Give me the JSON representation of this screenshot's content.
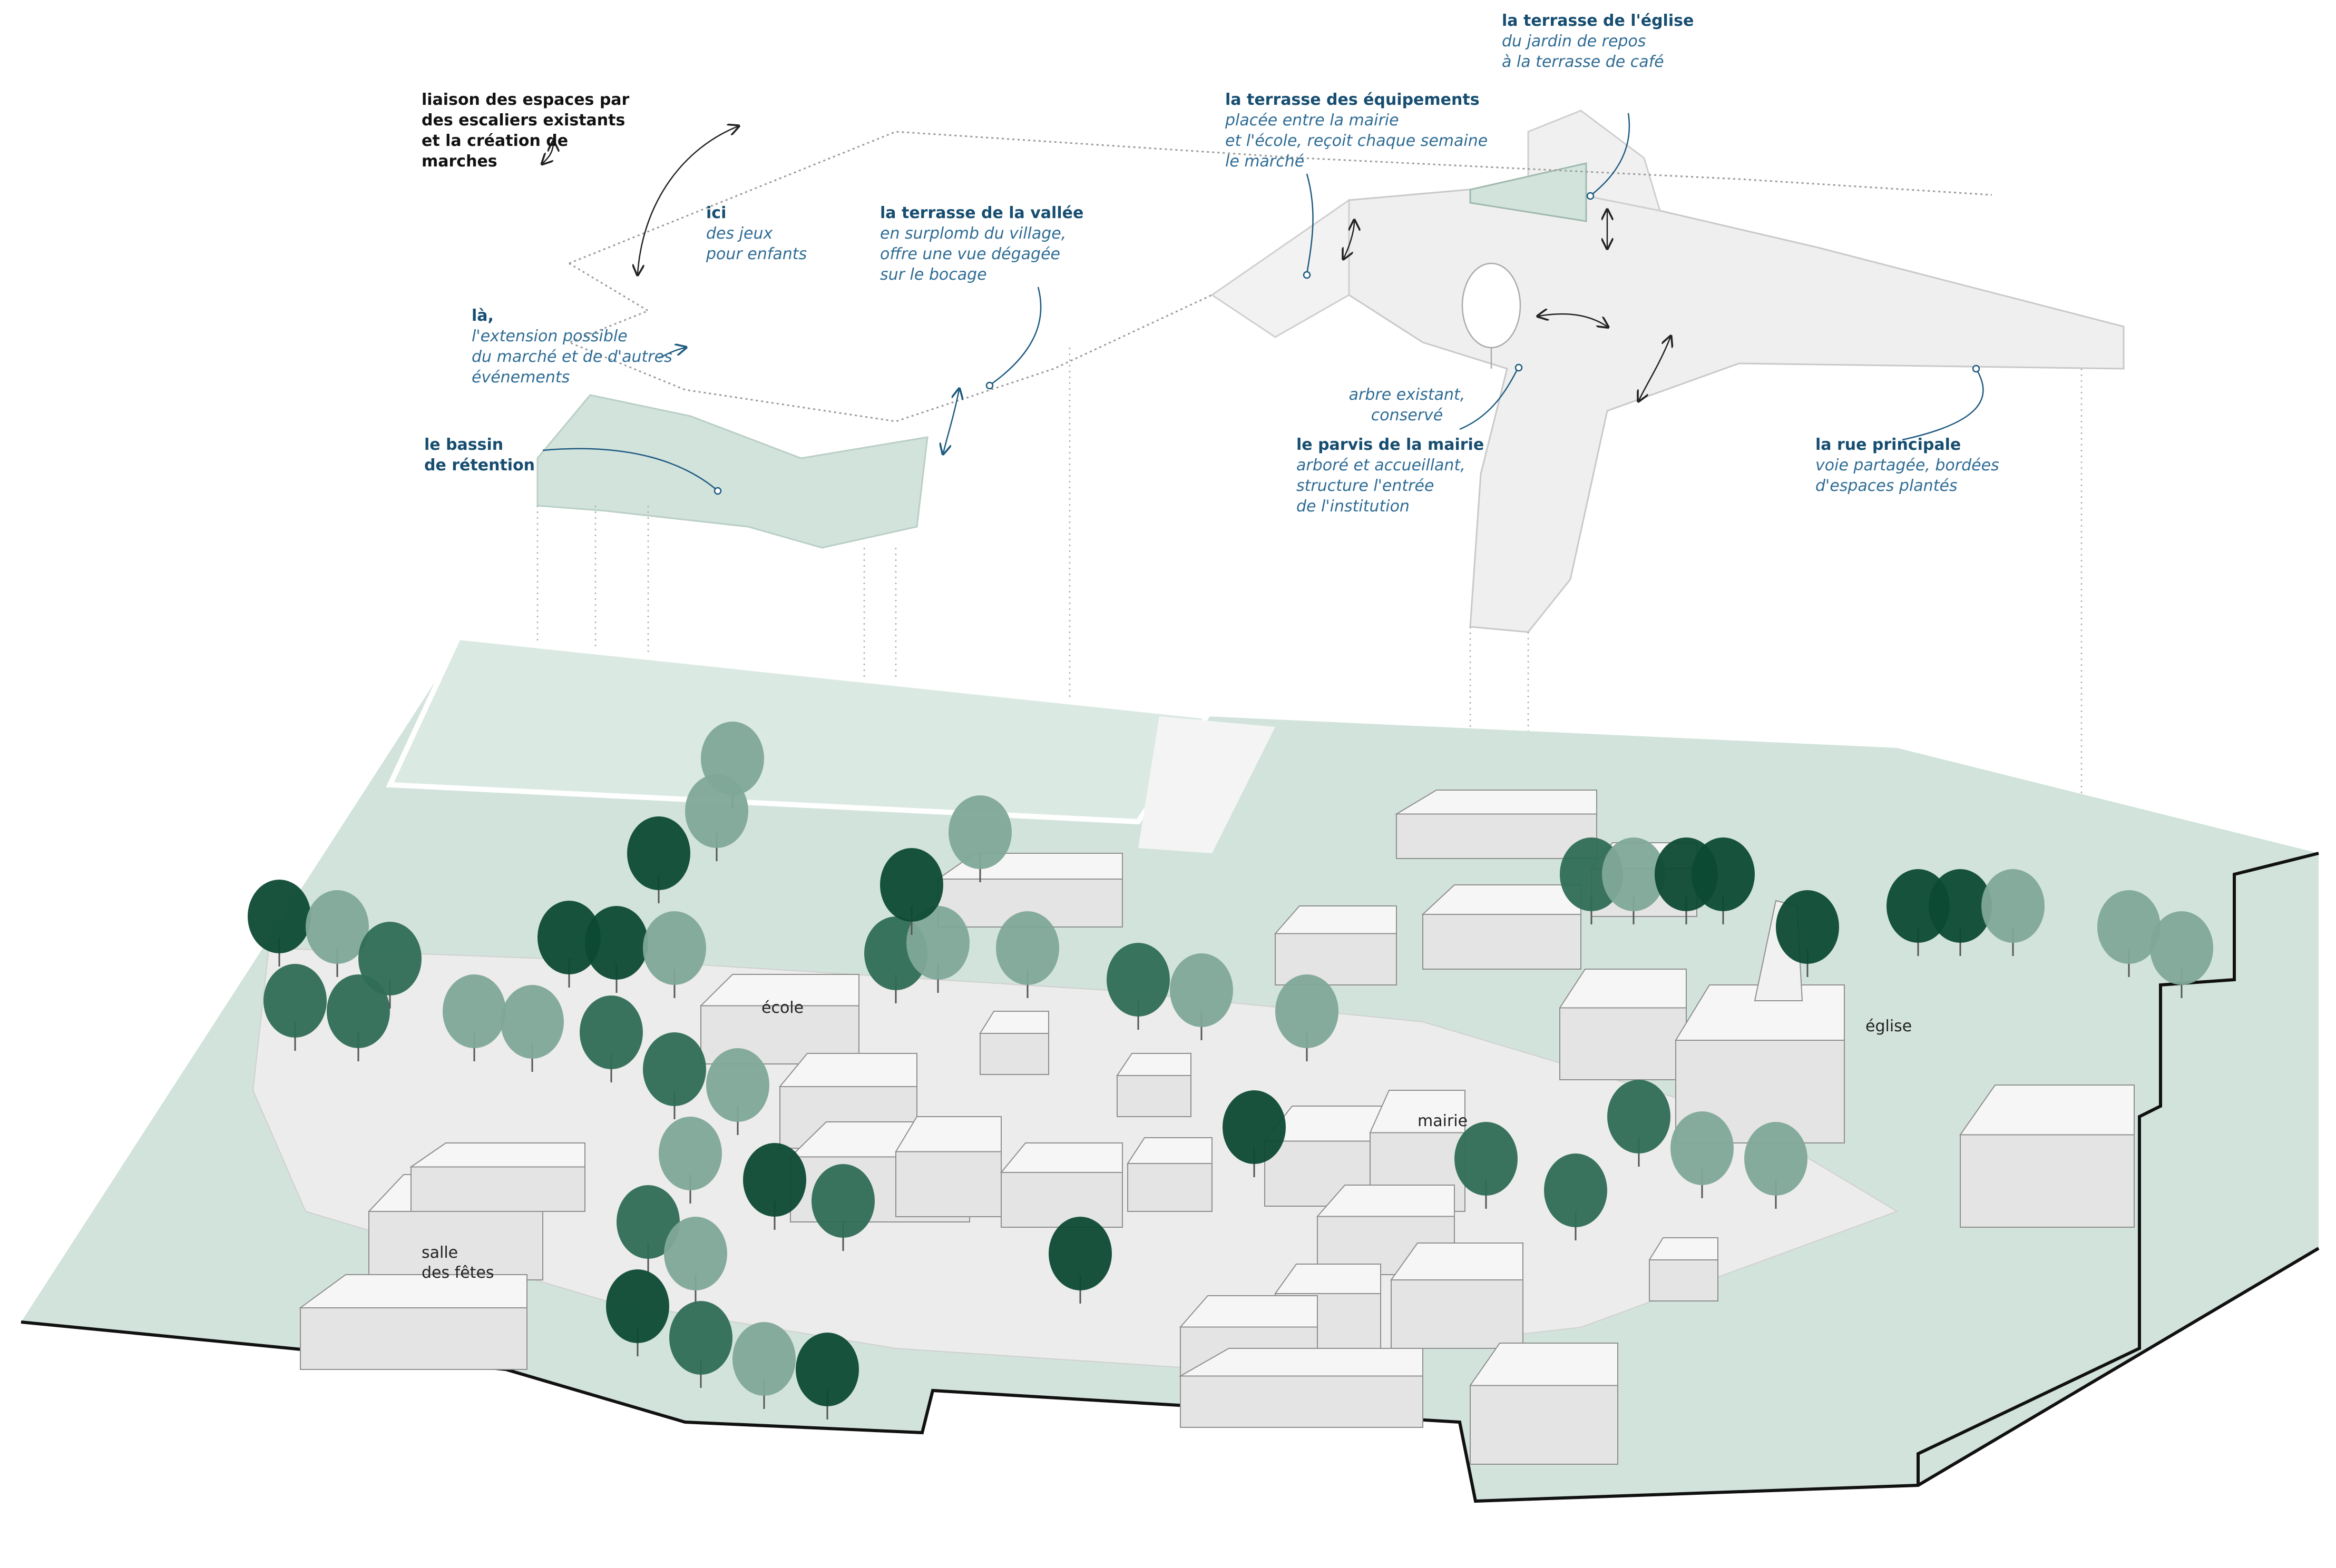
{
  "colors": {
    "landscape_green": "#d2e3dc",
    "dark_tree": "#0d4a34",
    "mid_tree": "#2f6d55",
    "light_tree": "#7fa898",
    "building": "#e4e4e4",
    "plaza": "#f0f0f0",
    "annotation_blue": "#1d5a80"
  },
  "annotations": [
    {
      "key": "escaliers",
      "title": "liaison des espaces par des escaliers existants et la création de marches",
      "desc": ""
    },
    {
      "key": "jeux",
      "title": "ici",
      "desc": "des jeux\npour enfants"
    },
    {
      "key": "vallee",
      "title": "la terrasse de la vallée",
      "desc": "en surplomb du village,\noffre une vue dégagée\nsur le bocage"
    },
    {
      "key": "equipements",
      "title": "la terrasse des équipements",
      "desc": "placée entre la mairie\net  l'école, reçoit  chaque semaine\nle marché"
    },
    {
      "key": "eglise_terrasse",
      "title": "la terrasse de l'église",
      "desc": "du jardin de repos\nà la terrasse de café"
    },
    {
      "key": "extension",
      "title": "là,",
      "desc": "l'extension possible\ndu marché  et de d'autres\névénements"
    },
    {
      "key": "bassin",
      "title": "le bassin\nde rétention",
      "desc": ""
    },
    {
      "key": "arbre",
      "title": "",
      "desc": "arbre existant,\nconservé"
    },
    {
      "key": "parvis",
      "title": "le parvis de la mairie",
      "desc": "arboré et accueillant,\nstructure l'entrée\nde l'institution"
    },
    {
      "key": "rue",
      "title": "la rue principale",
      "desc": "voie partagée, bordées\nd'espaces plantés"
    }
  ],
  "places": [
    {
      "key": "ecole",
      "label": "école"
    },
    {
      "key": "mairie",
      "label": "mairie"
    },
    {
      "key": "eglise",
      "label": "église"
    },
    {
      "key": "salle",
      "label": "salle\ndes fêtes"
    }
  ]
}
